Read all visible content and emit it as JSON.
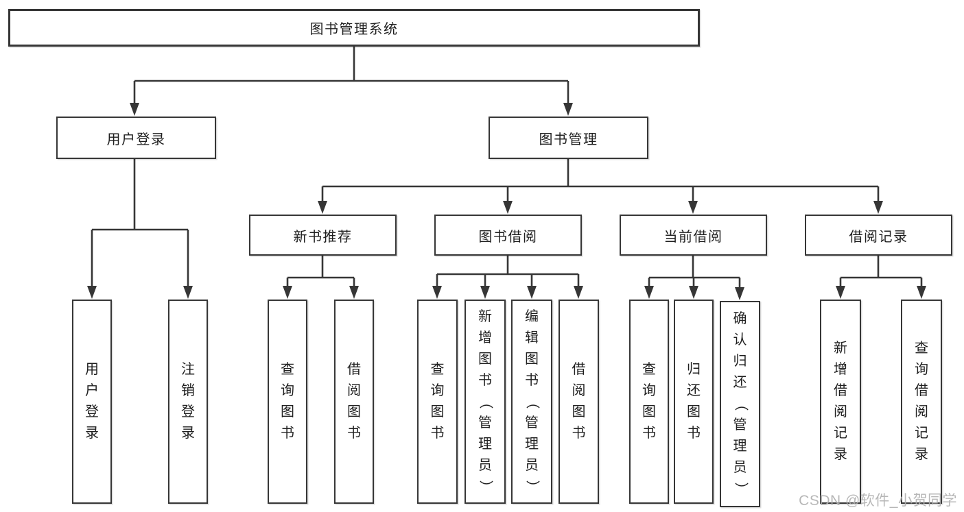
{
  "colors": {
    "line": "#363636",
    "box_border": "#363636",
    "text": "#1f1f1f",
    "watermark": "#afafaf",
    "background": "#ffffff"
  },
  "watermark": "CSDN @软件_小贺同学",
  "diagram": {
    "root": {
      "label": "图书管理系统"
    },
    "branches": [
      {
        "label": "用户登录",
        "children": [
          {
            "label": "用户登录"
          },
          {
            "label": "注销登录"
          }
        ]
      },
      {
        "label": "图书管理",
        "children": [
          {
            "label": "新书推荐",
            "children": [
              {
                "label": "查询图书"
              },
              {
                "label": "借阅图书"
              }
            ]
          },
          {
            "label": "图书借阅",
            "children": [
              {
                "label": "查询图书"
              },
              {
                "label": "新增图书（管理员）"
              },
              {
                "label": "编辑图书（管理员）"
              },
              {
                "label": "借阅图书"
              }
            ]
          },
          {
            "label": "当前借阅",
            "children": [
              {
                "label": "查询图书"
              },
              {
                "label": "归还图书"
              },
              {
                "label": "确认归还（管理员）"
              }
            ]
          },
          {
            "label": "借阅记录",
            "children": [
              {
                "label": "新增借阅记录"
              },
              {
                "label": "查询借阅记录"
              }
            ]
          }
        ]
      }
    ]
  }
}
